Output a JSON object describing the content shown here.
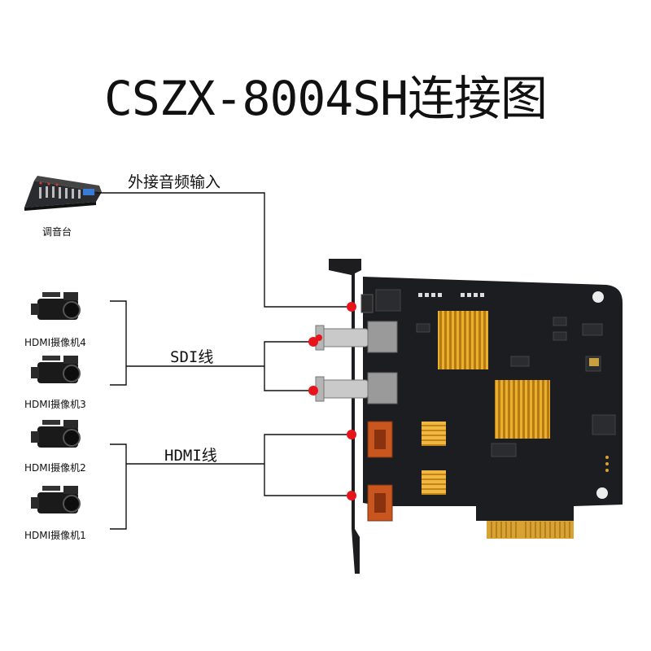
{
  "title": "CSZX-8004SH连接图",
  "audio": {
    "label": "外接音频输入",
    "device_label": "调音台"
  },
  "sdi": {
    "label": "SDI线"
  },
  "hdmi": {
    "label": "HDMI线"
  },
  "cameras": [
    {
      "label": "HDMI摄像机4"
    },
    {
      "label": "HDMI摄像机3"
    },
    {
      "label": "HDMI摄像机2"
    },
    {
      "label": "HDMI摄像机1"
    }
  ],
  "colors": {
    "line": "#111111",
    "connector_dot": "#e8141c",
    "board": "#1c1d20",
    "heatsink": "#e0a020",
    "hdmi_port": "#c8561e"
  }
}
